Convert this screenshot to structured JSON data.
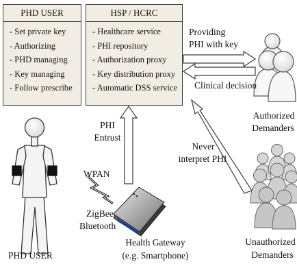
{
  "phd_box": {
    "title": "PHD USER",
    "items": [
      "- Set private key",
      "- Authorizing",
      "- PHD managing",
      "- Key managing",
      "- Follow prescribe"
    ]
  },
  "hsp_box": {
    "title": "HSP / HCRC",
    "items": [
      "- Healthcare service",
      "- PHI  repository",
      "- Authorization proxy",
      "- Key distribution proxy",
      "- Automatic DSS service"
    ]
  },
  "labels": {
    "providing_line1": "Providing",
    "providing_line2": "PHI with key",
    "clinical_decision": "Clinical decision",
    "authorized_line1": "Authorized",
    "authorized_line2": "Demanders",
    "phi_entrust_line1": "PHI",
    "phi_entrust_line2": "Entrust",
    "never_line1": "Never",
    "never_line2": "interpret PHI",
    "wpan": "WPAN",
    "zigbee": "ZigBee",
    "bluetooth": "Bluetooth",
    "gateway_line1": "Health Gateway",
    "gateway_line2": "(e.g. Smartphone)",
    "phd_user": "PHD USER",
    "unauthorized_line1": "Unauthorized",
    "unauthorized_line2": "Demanders"
  },
  "icons": {
    "person": "person-figure-icon",
    "authorized_group": "people-group-icon",
    "unauthorized_group": "crowd-icon",
    "gateway": "gateway-device-icon",
    "wireless": "lightning-icon"
  },
  "colors": {
    "box_fill": "#f2ede4",
    "stroke": "#3a3a3a",
    "figure_fill": "#f4f4f4",
    "band": "#111111"
  }
}
